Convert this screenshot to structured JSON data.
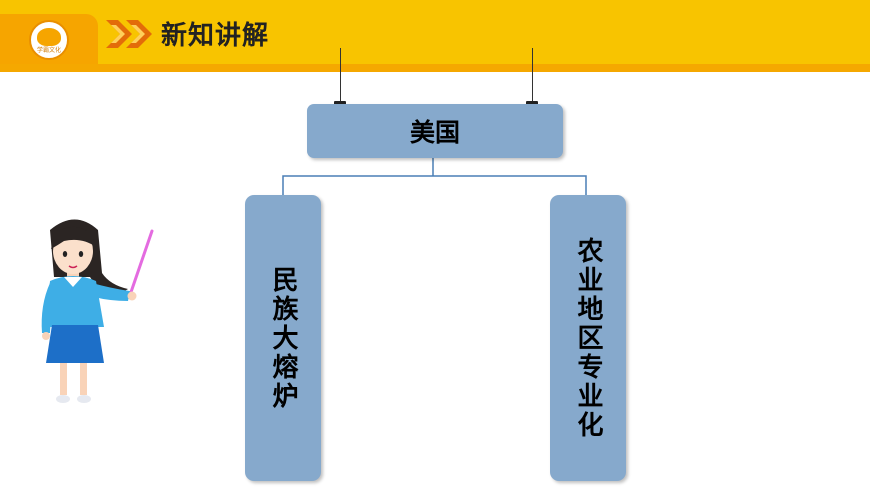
{
  "header": {
    "title": "新知讲解",
    "logo_text": "学霸文化",
    "colors": {
      "bar": "#f8c400",
      "strip": "#f5a800",
      "arrow_dark": "#e36c09",
      "arrow_light": "#ffd05a"
    }
  },
  "diagram": {
    "root": "美国",
    "children": [
      "民族大熔炉",
      "农业地区专业化"
    ],
    "box_color": "#86a9cc",
    "connector_color": "#4a7fb5"
  },
  "illustration": {
    "icon": "teacher-with-pointer-icon"
  }
}
